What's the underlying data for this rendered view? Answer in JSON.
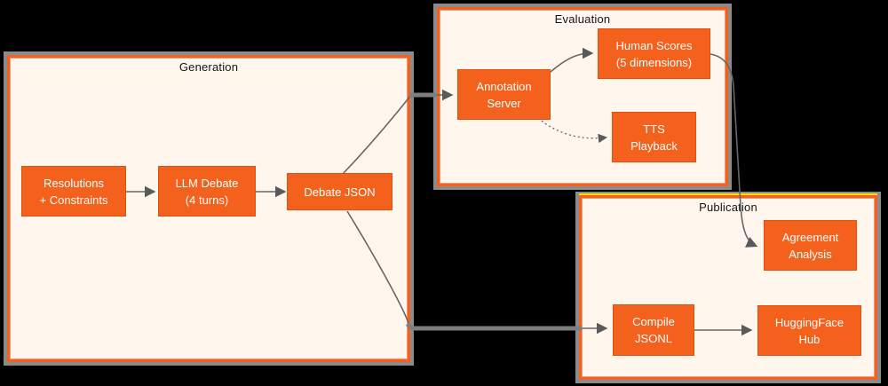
{
  "diagram": {
    "background_color": "#000000",
    "panel_background_color": "#FFF7ED",
    "accent_orange": "#F4611C",
    "publication_yellow_accent": "#FFE400",
    "connector_color": "#6E6E6E",
    "panel_outline_gray": "#8B8B8B"
  },
  "groups": {
    "generation": {
      "title": "Generation"
    },
    "evaluation": {
      "title": "Evaluation"
    },
    "publication": {
      "title": "Publication"
    }
  },
  "nodes": {
    "resolutions": {
      "line1": "Resolutions",
      "line2": "+ Constraints"
    },
    "llm_debate": {
      "line1": "LLM Debate",
      "line2": "(4 turns)"
    },
    "debate_json": {
      "line1": "Debate JSON"
    },
    "annotation_server": {
      "line1": "Annotation",
      "line2": "Server"
    },
    "human_scores": {
      "line1": "Human Scores",
      "line2": "(5 dimensions)"
    },
    "tts_playback": {
      "line1": "TTS",
      "line2": "Playback"
    },
    "agreement_analysis": {
      "line1": "Agreement",
      "line2": "Analysis"
    },
    "compile_jsonl": {
      "line1": "Compile",
      "line2": "JSONL"
    },
    "huggingface_hub": {
      "line1": "HuggingFace",
      "line2": "Hub"
    }
  },
  "edges": [
    {
      "from": "resolutions",
      "to": "llm_debate",
      "style": "solid"
    },
    {
      "from": "llm_debate",
      "to": "debate_json",
      "style": "solid"
    },
    {
      "from": "debate_json",
      "to": "annotation_server",
      "style": "solid"
    },
    {
      "from": "annotation_server",
      "to": "human_scores",
      "style": "solid"
    },
    {
      "from": "annotation_server",
      "to": "tts_playback",
      "style": "dotted"
    },
    {
      "from": "human_scores",
      "to": "agreement_analysis",
      "style": "solid"
    },
    {
      "from": "debate_json",
      "to": "compile_jsonl",
      "style": "solid"
    },
    {
      "from": "compile_jsonl",
      "to": "huggingface_hub",
      "style": "solid"
    }
  ]
}
